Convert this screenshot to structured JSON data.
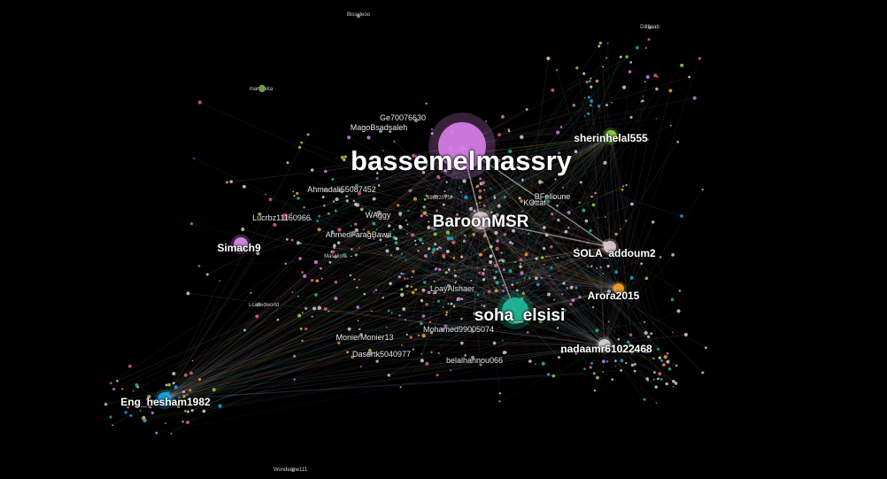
{
  "graph": {
    "background": "#000000",
    "nodes": [
      {
        "id": "bassemelmassry",
        "label": "bassemelmassry",
        "color": "#d67fe8",
        "size": "xl",
        "hub": true
      },
      {
        "id": "soha_elsisi",
        "label": "soha_elsisi",
        "color": "#1fb89a",
        "size": "l",
        "hub": true
      },
      {
        "id": "BaroonMSR",
        "label": "BaroonMSR",
        "color": "#e2c9cf",
        "size": "l",
        "hub": true
      },
      {
        "id": "SOLA_addoum2",
        "label": "SOLA_addoum2",
        "color": "#e0c8cc",
        "size": "m",
        "hub": true
      },
      {
        "id": "sherinhelal555",
        "label": "sherinhelal555",
        "color": "#8fd84a",
        "size": "m",
        "hub": true
      },
      {
        "id": "Arora2015",
        "label": "Arora2015",
        "color": "#f0a030",
        "size": "m",
        "hub": true
      },
      {
        "id": "nadaamr",
        "label": "nadaamr61022468",
        "color": "#d6d6d6",
        "size": "m",
        "hub": true
      },
      {
        "id": "Eng_hesham1982",
        "label": "Eng_hesham1982",
        "color": "#1ea6e0",
        "size": "m",
        "hub": true
      },
      {
        "id": "Simach9",
        "label": "Simach9",
        "color": "#d690e6",
        "size": "m",
        "hub": false
      },
      {
        "id": "Ge70076630",
        "label": "Ge70076630",
        "color": "#bbbbbb",
        "size": "s",
        "hub": false
      },
      {
        "id": "MagoBsadsaleh",
        "label": "MagoBsadsaleh",
        "color": "#bbbbbb",
        "size": "s",
        "hub": false
      },
      {
        "id": "Ahmadali",
        "label": "Ahmadali55087452",
        "color": "#bbbbbb",
        "size": "s",
        "hub": false
      },
      {
        "id": "Lucrbz",
        "label": "Lucrbz11160966",
        "color": "#e06080",
        "size": "s",
        "hub": false
      },
      {
        "id": "WAggy",
        "label": "WAggy",
        "color": "#bbbbbb",
        "size": "s",
        "hub": false
      },
      {
        "id": "AhmedFarag",
        "label": "AhmedFaragBawa",
        "color": "#bbbbbb",
        "size": "s",
        "hub": false
      },
      {
        "id": "BFelloune",
        "label": "BFelloune",
        "color": "#bbbbbb",
        "size": "s",
        "hub": false
      },
      {
        "id": "KOttaf",
        "label": "KOttaf",
        "color": "#bbbbbb",
        "size": "s",
        "hub": false
      },
      {
        "id": "LoayAlshaer",
        "label": "LoayAlshaer",
        "color": "#bbbbbb",
        "size": "s",
        "hub": false
      },
      {
        "id": "Mohamed",
        "label": "Mohamed99005074",
        "color": "#bbbbbb",
        "size": "s",
        "hub": false
      },
      {
        "id": "Monier",
        "label": "MonierMonier13",
        "color": "#bbbbbb",
        "size": "s",
        "hub": false
      },
      {
        "id": "Dasertk",
        "label": "Dasertk5040977",
        "color": "#bbbbbb",
        "size": "s",
        "hub": false
      },
      {
        "id": "belalhannou",
        "label": "belalhannou066",
        "color": "#bbbbbb",
        "size": "s",
        "hub": false
      },
      {
        "id": "mansoota",
        "label": "mansoota",
        "color": "#8fd84a",
        "size": "xs",
        "hub": false
      },
      {
        "id": "Lcadedworld",
        "label": "Lcadedworld",
        "color": "#bbbbbb",
        "size": "xs",
        "hub": false
      },
      {
        "id": "n59",
        "label": "59632075l",
        "color": "#bbbbbb",
        "size": "xs",
        "hub": false
      },
      {
        "id": "Bisseleoo",
        "label": "Bisseleoo",
        "color": "#bbbbbb",
        "size": "xs",
        "hub": false
      },
      {
        "id": "Dillbaab",
        "label": "Dillbaab",
        "color": "#bbbbbb",
        "size": "xs",
        "hub": false
      },
      {
        "id": "Masalima",
        "label": "Masalima",
        "color": "#bbbbbb",
        "size": "xs",
        "hub": false
      },
      {
        "id": "Wonder",
        "label": "Wonderme111",
        "color": "#bbbbbb",
        "size": "xs",
        "hub": false
      }
    ],
    "edges_from_hubs": [
      {
        "from": "BaroonMSR",
        "to": "SOLA_addoum2"
      },
      {
        "from": "bassemelmassry",
        "to": "SOLA_addoum2"
      },
      {
        "from": "bassemelmassry",
        "to": "BaroonMSR"
      },
      {
        "from": "soha_elsisi",
        "to": "BaroonMSR"
      }
    ]
  }
}
